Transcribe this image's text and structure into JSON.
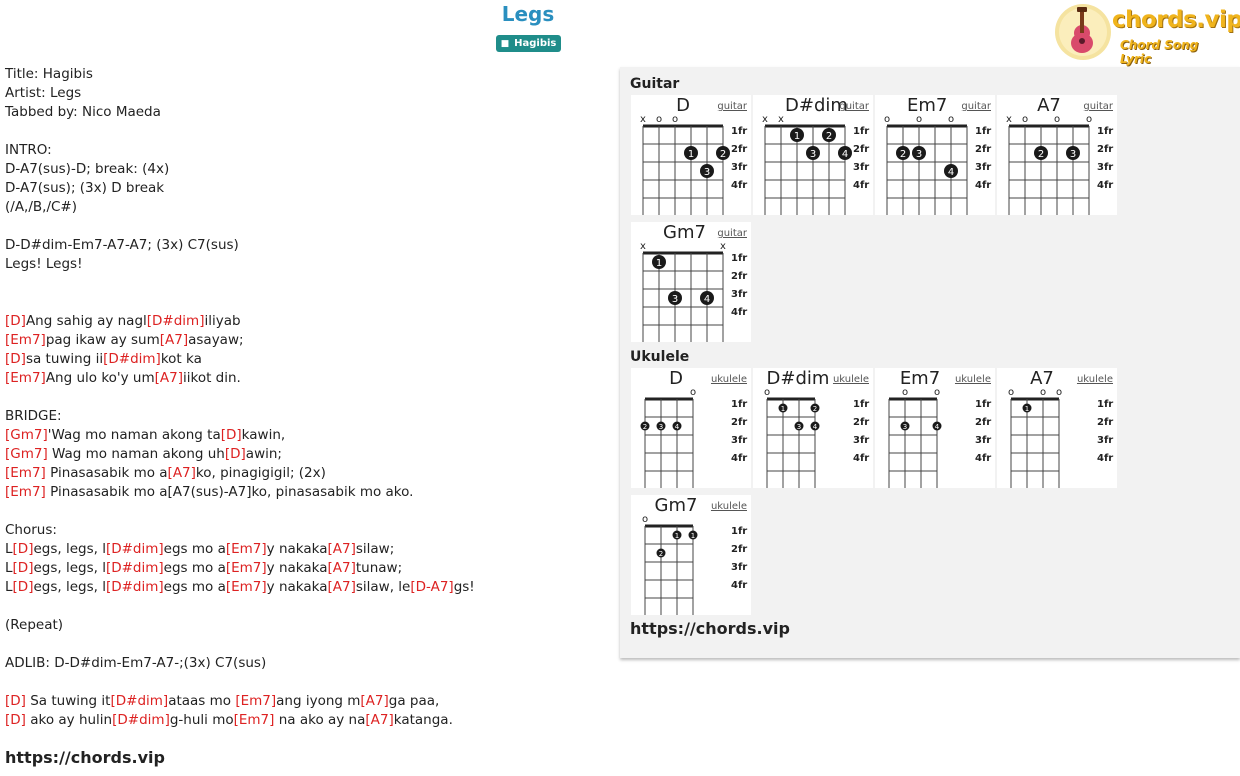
{
  "page": {
    "title": "Legs",
    "artist_badge": "Hagibis",
    "logo_text": "chords.vip",
    "logo_sub": "Chord Song Lyric"
  },
  "lyrics": [
    [
      [
        "t",
        "Title: Hagibis"
      ]
    ],
    [
      [
        "t",
        "Artist: Legs"
      ]
    ],
    [
      [
        "t",
        "Tabbed by: Nico Maeda"
      ]
    ],
    [],
    [
      [
        "t",
        "INTRO:"
      ]
    ],
    [
      [
        "t",
        "D-A7(sus)-D; break: (4x)"
      ]
    ],
    [
      [
        "t",
        "D-A7(sus); (3x) D break"
      ]
    ],
    [
      [
        "t",
        "(/A,/B,/C#)"
      ]
    ],
    [],
    [
      [
        "t",
        "D-D#dim-Em7-A7-A7; (3x) C7(sus)"
      ]
    ],
    [
      [
        "t",
        "Legs! Legs!"
      ]
    ],
    [],
    [],
    [
      [
        "c",
        "[D]"
      ],
      [
        "t",
        "Ang sahig ay nagl"
      ],
      [
        "c",
        "[D#dim]"
      ],
      [
        "t",
        "iliyab"
      ]
    ],
    [
      [
        "c",
        "[Em7]"
      ],
      [
        "t",
        "pag ikaw ay sum"
      ],
      [
        "c",
        "[A7]"
      ],
      [
        "t",
        "asayaw;"
      ]
    ],
    [
      [
        "c",
        "[D]"
      ],
      [
        "t",
        "sa tuwing ii"
      ],
      [
        "c",
        "[D#dim]"
      ],
      [
        "t",
        "kot ka"
      ]
    ],
    [
      [
        "c",
        "[Em7]"
      ],
      [
        "t",
        "Ang ulo ko'y um"
      ],
      [
        "c",
        "[A7]"
      ],
      [
        "t",
        "iikot din."
      ]
    ],
    [],
    [
      [
        "t",
        "BRIDGE:"
      ]
    ],
    [
      [
        "c",
        "[Gm7]"
      ],
      [
        "t",
        "'Wag mo naman akong ta"
      ],
      [
        "c",
        "[D]"
      ],
      [
        "t",
        "kawin,"
      ]
    ],
    [
      [
        "c",
        "[Gm7]"
      ],
      [
        "t",
        " Wag mo naman akong uh"
      ],
      [
        "c",
        "[D]"
      ],
      [
        "t",
        "awin;"
      ]
    ],
    [
      [
        "c",
        "[Em7]"
      ],
      [
        "t",
        " Pinasasabik mo a"
      ],
      [
        "c",
        "[A7]"
      ],
      [
        "t",
        "ko, pinagigigil; (2x)"
      ]
    ],
    [
      [
        "c",
        "[Em7]"
      ],
      [
        "t",
        " Pinasasabik mo a[A7(sus)-A7]ko, pinasasabik mo ako."
      ]
    ],
    [],
    [
      [
        "t",
        "Chorus:"
      ]
    ],
    [
      [
        "t",
        "L"
      ],
      [
        "c",
        "[D]"
      ],
      [
        "t",
        "egs, legs, l"
      ],
      [
        "c",
        "[D#dim]"
      ],
      [
        "t",
        "egs mo a"
      ],
      [
        "c",
        "[Em7]"
      ],
      [
        "t",
        "y nakaka"
      ],
      [
        "c",
        "[A7]"
      ],
      [
        "t",
        "silaw;"
      ]
    ],
    [
      [
        "t",
        "L"
      ],
      [
        "c",
        "[D]"
      ],
      [
        "t",
        "egs, legs, l"
      ],
      [
        "c",
        "[D#dim]"
      ],
      [
        "t",
        "egs mo a"
      ],
      [
        "c",
        "[Em7]"
      ],
      [
        "t",
        "y nakaka"
      ],
      [
        "c",
        "[A7]"
      ],
      [
        "t",
        "tunaw;"
      ]
    ],
    [
      [
        "t",
        "L"
      ],
      [
        "c",
        "[D]"
      ],
      [
        "t",
        "egs, legs, l"
      ],
      [
        "c",
        "[D#dim]"
      ],
      [
        "t",
        "egs mo a"
      ],
      [
        "c",
        "[Em7]"
      ],
      [
        "t",
        "y nakaka"
      ],
      [
        "c",
        "[A7]"
      ],
      [
        "t",
        "silaw, le"
      ],
      [
        "c",
        "[D-A7]"
      ],
      [
        "t",
        "gs!"
      ]
    ],
    [],
    [
      [
        "t",
        "(Repeat)"
      ]
    ],
    [],
    [
      [
        "t",
        "ADLIB: D-D#dim-Em7-A7-;(3x) C7(sus)"
      ]
    ],
    [],
    [
      [
        "c",
        "[D]"
      ],
      [
        "t",
        " Sa tuwing it"
      ],
      [
        "c",
        "[D#dim]"
      ],
      [
        "t",
        "ataas mo "
      ],
      [
        "c",
        "[Em7]"
      ],
      [
        "t",
        "ang iyong m"
      ],
      [
        "c",
        "[A7]"
      ],
      [
        "t",
        "ga paa,"
      ]
    ],
    [
      [
        "c",
        "[D]"
      ],
      [
        "t",
        " ako ay hulin"
      ],
      [
        "c",
        "[D#dim]"
      ],
      [
        "t",
        "g-huli mo"
      ],
      [
        "c",
        "[Em7]"
      ],
      [
        "t",
        " na ako ay na"
      ],
      [
        "c",
        "[A7]"
      ],
      [
        "t",
        "katanga."
      ]
    ]
  ],
  "lyrics_footer": "https://chords.vip",
  "chord_panel": {
    "guitar_title": "Guitar",
    "ukulele_title": "Ukulele",
    "footer": "https://chords.vip",
    "fret_labels": [
      "1fr",
      "2fr",
      "3fr",
      "4fr"
    ],
    "guitar_chords": [
      {
        "name": "D",
        "type": "guitar",
        "top": [
          "x",
          "o",
          "o",
          "",
          "",
          ""
        ],
        "dots": [
          [
            4,
            2,
            "1"
          ],
          [
            6,
            2,
            "2"
          ],
          [
            5,
            3,
            "3"
          ]
        ]
      },
      {
        "name": "D#dim",
        "type": "guitar",
        "top": [
          "x",
          "x",
          "",
          "",
          "",
          ""
        ],
        "dots": [
          [
            3,
            1,
            "1"
          ],
          [
            5,
            1,
            "2"
          ],
          [
            4,
            2,
            "3"
          ],
          [
            6,
            2,
            "4"
          ]
        ]
      },
      {
        "name": "Em7",
        "type": "guitar",
        "top": [
          "o",
          "",
          "o",
          "",
          "o",
          ""
        ],
        "dots": [
          [
            2,
            2,
            "2"
          ],
          [
            3,
            2,
            "3"
          ],
          [
            5,
            3,
            "4"
          ]
        ]
      },
      {
        "name": "A7",
        "type": "guitar",
        "top": [
          "x",
          "o",
          "",
          "o",
          "",
          "o"
        ],
        "dots": [
          [
            3,
            2,
            "2"
          ],
          [
            5,
            2,
            "3"
          ]
        ]
      },
      {
        "name": "Gm7",
        "type": "guitar",
        "top": [
          "x",
          "",
          "",
          "",
          "",
          "x"
        ],
        "dots": [
          [
            2,
            1,
            "1"
          ],
          [
            3,
            3,
            "3"
          ],
          [
            5,
            3,
            "4"
          ]
        ]
      }
    ],
    "ukulele_chords": [
      {
        "name": "D",
        "type": "ukulele",
        "top": [
          "",
          "",
          "",
          "o"
        ],
        "dots": [
          [
            1,
            2,
            "2"
          ],
          [
            2,
            2,
            "3"
          ],
          [
            3,
            2,
            "4"
          ]
        ]
      },
      {
        "name": "D#dim",
        "type": "ukulele",
        "top": [
          "o",
          "",
          "",
          ""
        ],
        "dots": [
          [
            2,
            1,
            "1"
          ],
          [
            4,
            1,
            "2"
          ],
          [
            3,
            2,
            "3"
          ],
          [
            4,
            2,
            "4"
          ]
        ]
      },
      {
        "name": "Em7",
        "type": "ukulele",
        "top": [
          "",
          "o",
          "",
          "o"
        ],
        "dots": [
          [
            2,
            2,
            "3"
          ],
          [
            4,
            2,
            "4"
          ]
        ]
      },
      {
        "name": "A7",
        "type": "ukulele",
        "top": [
          "o",
          "",
          "o",
          "o"
        ],
        "dots": [
          [
            2,
            1,
            "1"
          ]
        ]
      },
      {
        "name": "Gm7",
        "type": "ukulele",
        "top": [
          "o",
          "",
          "",
          ""
        ],
        "dots": [
          [
            3,
            1,
            "1"
          ],
          [
            4,
            1,
            "1"
          ],
          [
            2,
            2,
            "2"
          ]
        ]
      }
    ]
  }
}
